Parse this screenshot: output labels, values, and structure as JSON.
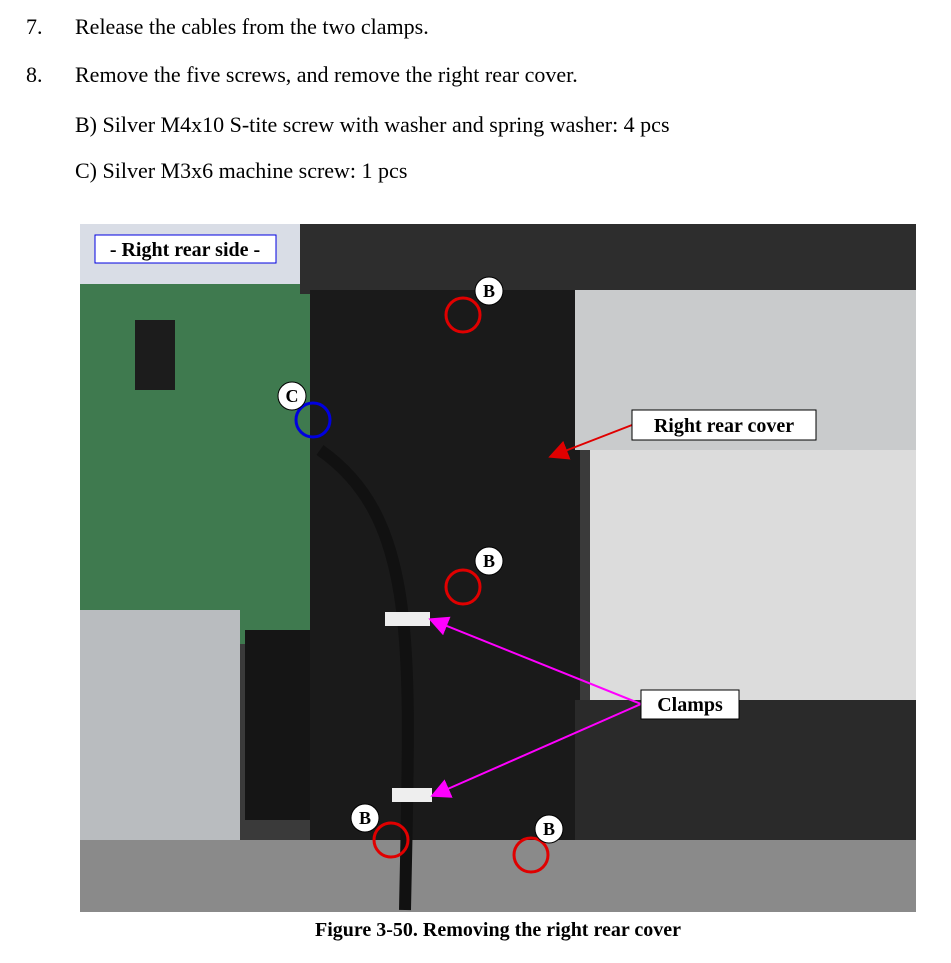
{
  "steps": [
    {
      "number": "7.",
      "text": "Release the cables from the two clamps."
    },
    {
      "number": "8.",
      "text": "Remove the five screws, and remove the right rear cover."
    }
  ],
  "sub_items": [
    "B) Silver M4x10 S-tite screw with washer and spring washer: 4 pcs",
    "C) Silver M3x6 machine screw: 1 pcs"
  ],
  "figure": {
    "view_label": "- Right rear side -",
    "callouts": {
      "cover": "Right rear cover",
      "clamps": "Clamps"
    },
    "markers": {
      "b": "B",
      "c": "C"
    },
    "caption": "Figure 3-50.  Removing the right rear cover",
    "colors": {
      "screw_b": "#e00000",
      "screw_c": "#0000e0",
      "arrow_cover": "#e00000",
      "arrow_clamps": "#ff00ff"
    }
  }
}
